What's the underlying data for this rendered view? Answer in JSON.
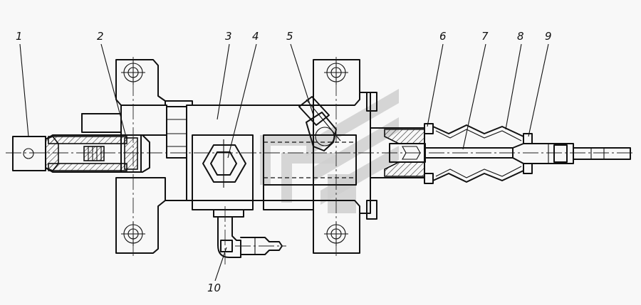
{
  "callouts": {
    "c1": "1",
    "c2": "2",
    "c3": "3",
    "c4": "4",
    "c5": "5",
    "c6": "6",
    "c7": "7",
    "c8": "8",
    "c9": "9",
    "c10": "10"
  },
  "colors": {
    "line": "#111111",
    "watermark": "#c8c8c8",
    "background": "#f8f8f8"
  }
}
